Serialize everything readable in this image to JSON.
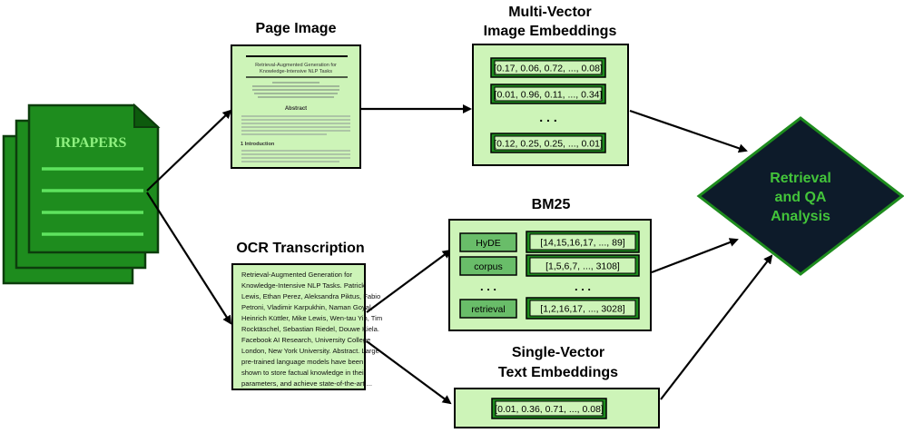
{
  "source": {
    "label": "IRPAPERS"
  },
  "page_image": {
    "title": "Page Image",
    "doc_title": [
      "Retrieval-Augmented Generation for",
      "Knowledge-Intensive NLP Tasks"
    ],
    "section_abstract": "Abstract",
    "section_intro": "1 Introduction"
  },
  "ocr": {
    "title": "OCR Transcription",
    "lines": [
      "Retrieval-Augmented Generation for",
      "Knowledge-Intensive NLP Tasks. Patrick",
      "Lewis, Ethan Perez, Aleksandra Piktus, Fabio",
      "Petroni, Vladimir Karpukhin, Naman Goyal,",
      "Heinrich Küttler, Mike Lewis, Wen-tau Yih, Tim",
      "Rocktäschel, Sebastian Riedel, Douwe Kiela.",
      "Facebook AI Research, University College",
      "London, New York University. Abstract. Large",
      "pre-trained language models have been",
      "shown to store factual knowledge in their",
      "parameters, and achieve state-of-the-art ..."
    ]
  },
  "multi_vector": {
    "title_line1": "Multi-Vector",
    "title_line2": "Image Embeddings",
    "vectors": [
      "[0.17, 0.06, 0.72, ..., 0.08]",
      "[0.01, 0.96, 0.11, ..., 0.34]",
      "[0.12, 0.25, 0.25, ..., 0.01]"
    ],
    "ellipsis": ". . ."
  },
  "bm25": {
    "title": "BM25",
    "rows": [
      {
        "term": "HyDE",
        "postings": "[14,15,16,17, ..., 89]"
      },
      {
        "term": "corpus",
        "postings": "[1,5,6,7, ..., 3108]"
      },
      {
        "term": "retrieval",
        "postings": "[1,2,16,17, ..., 3028]"
      }
    ],
    "ellipsis": ". . ."
  },
  "single_vector": {
    "title_line1": "Single-Vector",
    "title_line2": "Text Embeddings",
    "vector": "[0.01, 0.36, 0.71, ..., 0.08]"
  },
  "analysis": {
    "line1": "Retrieval",
    "line2": "and QA",
    "line3": "Analysis"
  },
  "colors": {
    "doc_green": "#1e8c1e",
    "doc_dark": "#0d5a0d",
    "panel_green": "#cdf4b8",
    "cell_green": "#69bd69",
    "diamond_fill": "#0d1b2a",
    "diamond_text": "#43c43a"
  }
}
